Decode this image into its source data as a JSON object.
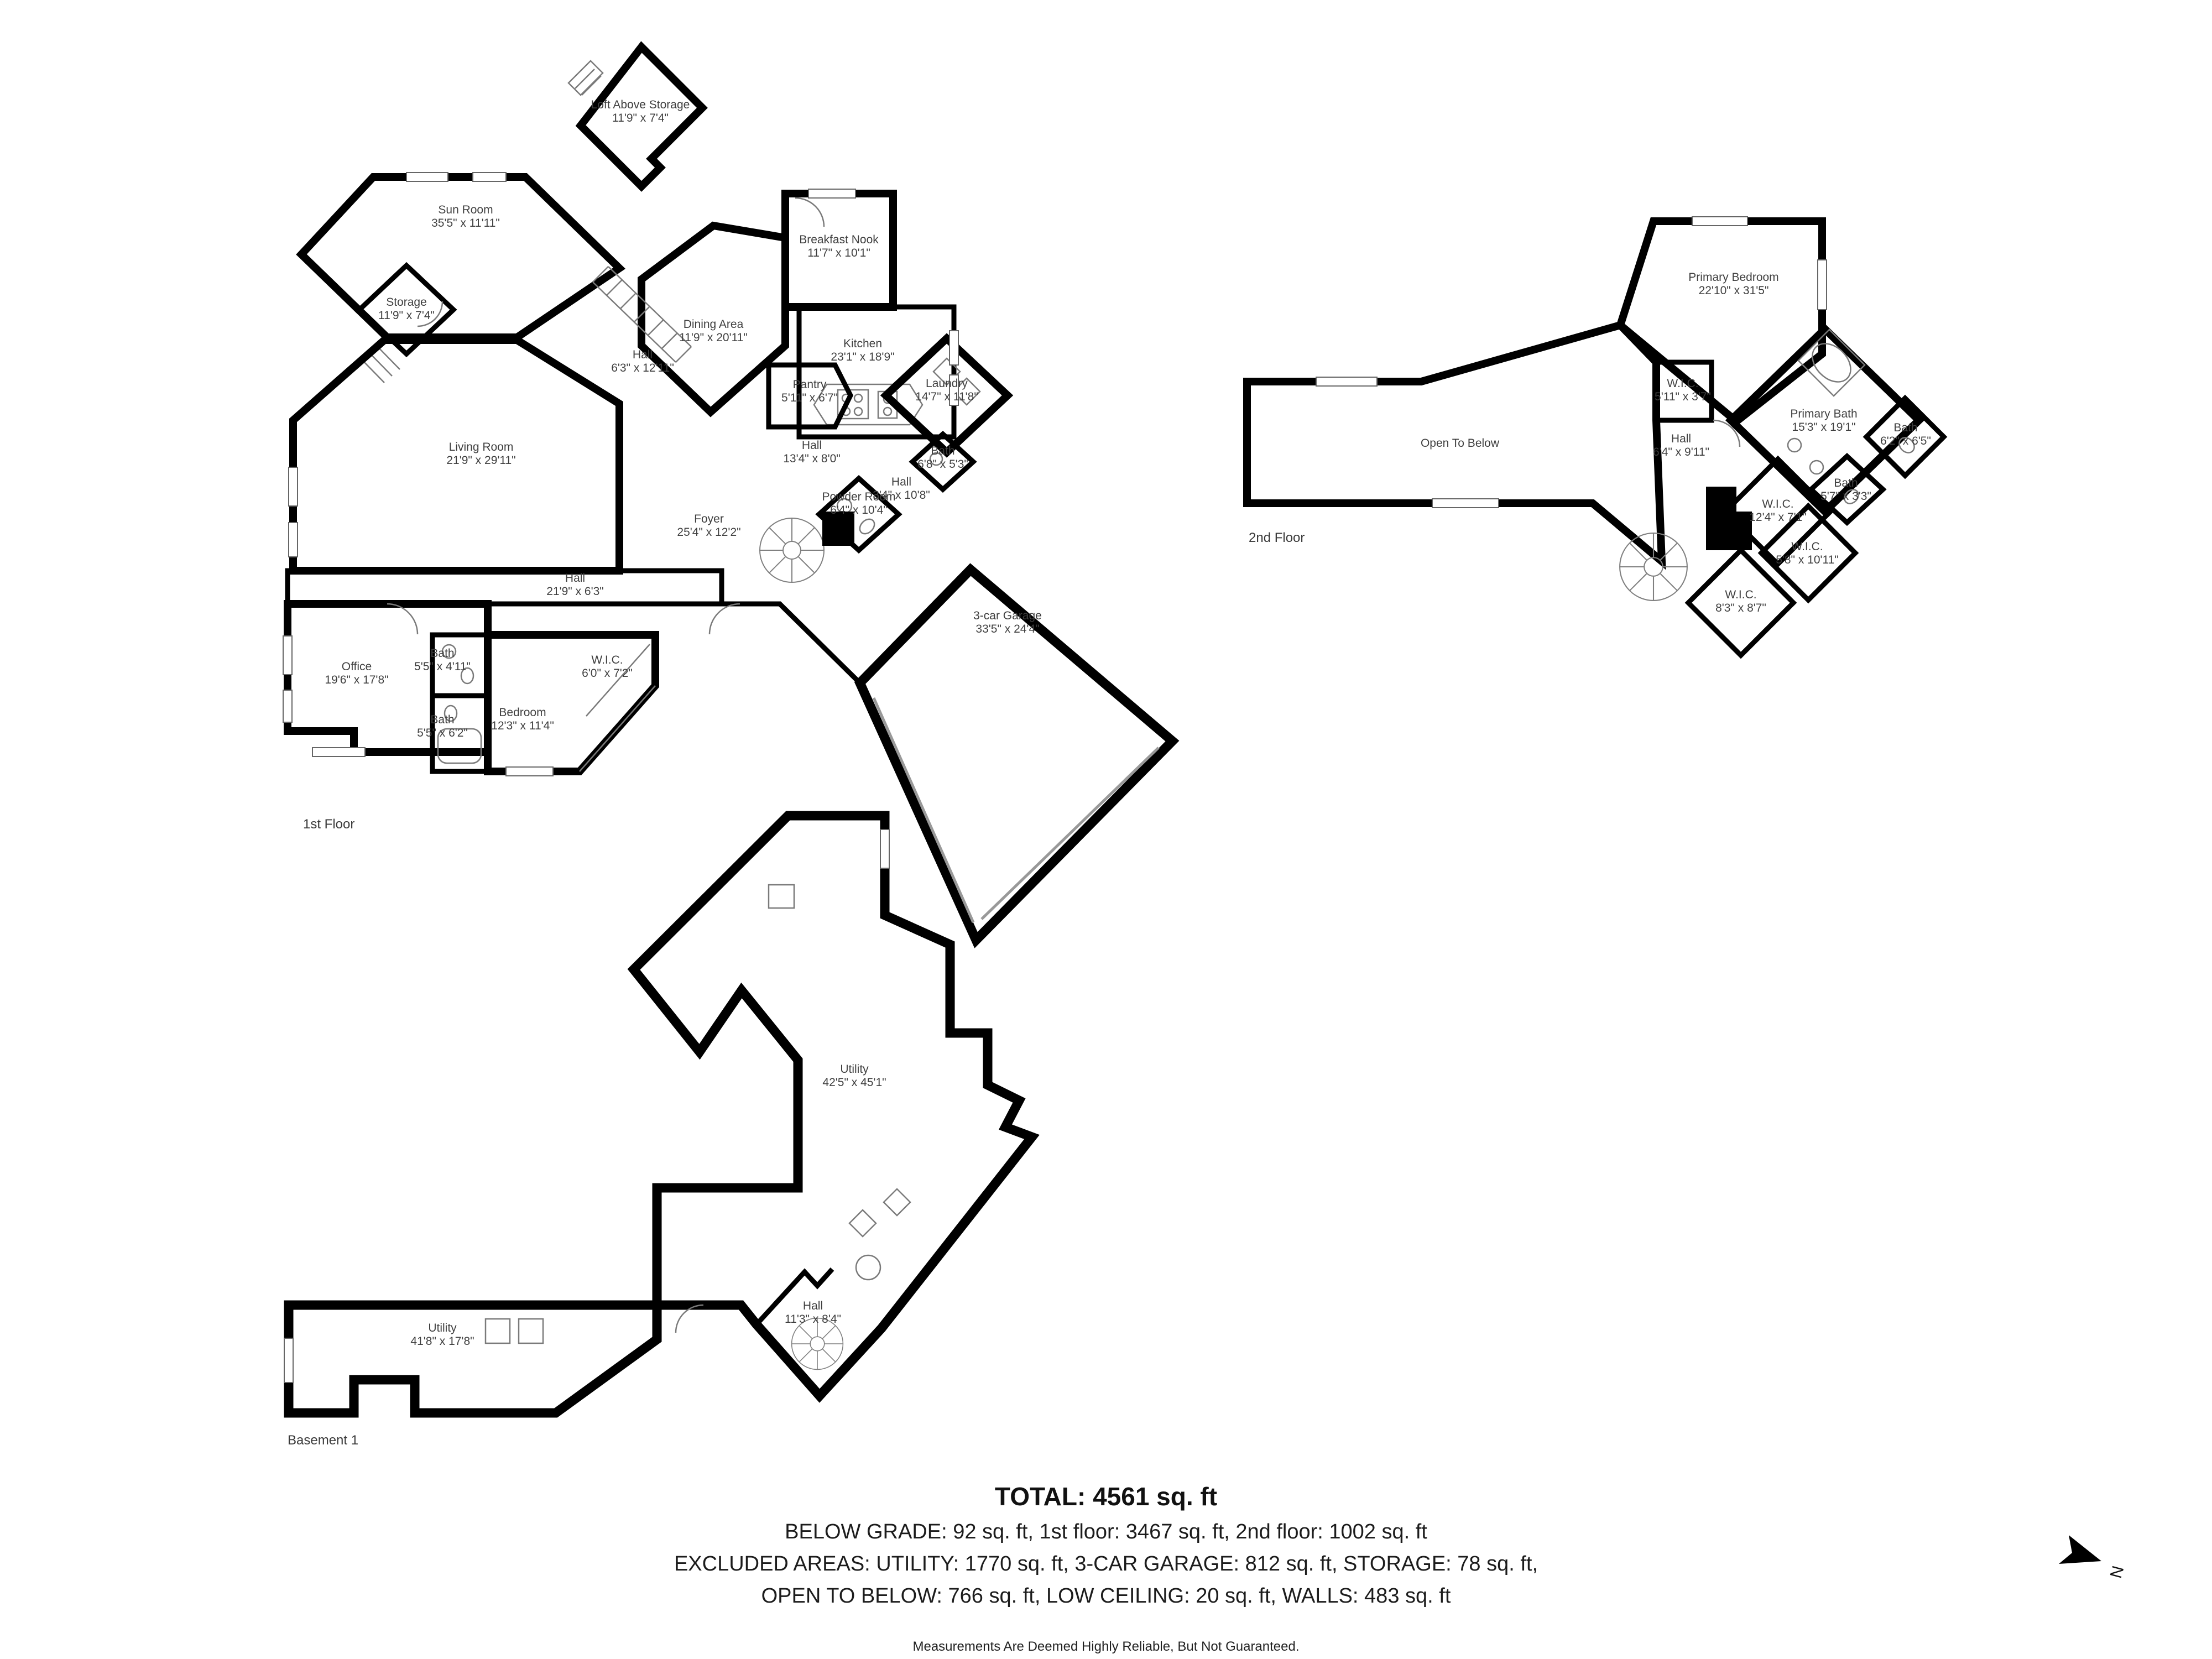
{
  "page": {
    "background": "#ffffff",
    "wall_color": "#000000",
    "label_color": "#3f3f3f"
  },
  "floors": [
    {
      "caption": "1st Floor",
      "rooms": [
        {
          "name": "Loft Above Storage",
          "dims": "11'9\" x 7'4\""
        },
        {
          "name": "Sun Room",
          "dims": "35'5\" x 11'11\""
        },
        {
          "name": "Storage",
          "dims": "11'9\" x 7'4\""
        },
        {
          "name": "Dining Area",
          "dims": "11'9\" x 20'11\""
        },
        {
          "name": "Breakfast Nook",
          "dims": "11'7\" x 10'1\""
        },
        {
          "name": "Kitchen",
          "dims": "23'1\" x 18'9\""
        },
        {
          "name": "Hall",
          "dims": "6'3\" x 12'11\""
        },
        {
          "name": "Pantry",
          "dims": "5'11\" x 6'7\""
        },
        {
          "name": "Laundry",
          "dims": "14'7\" x 11'8\""
        },
        {
          "name": "Living Room",
          "dims": "21'9\" x 29'11\""
        },
        {
          "name": "Hall",
          "dims": "13'4\" x 8'0\""
        },
        {
          "name": "Bath",
          "dims": "6'8\" x 5'3\""
        },
        {
          "name": "Hall",
          "dims": "3'4\" x 10'8\""
        },
        {
          "name": "Foyer",
          "dims": "25'4\" x 12'2\""
        },
        {
          "name": "Powder Room",
          "dims": "6'4\" x 10'4\""
        },
        {
          "name": "Hall",
          "dims": "21'9\" x 6'3\""
        },
        {
          "name": "Office",
          "dims": "19'6\" x 17'8\""
        },
        {
          "name": "Bath",
          "dims": "5'5\" x 4'11\""
        },
        {
          "name": "W.I.C.",
          "dims": "6'0\" x 7'2\""
        },
        {
          "name": "Bedroom",
          "dims": "12'3\" x 11'4\""
        },
        {
          "name": "Bath",
          "dims": "5'5\" x 6'2\""
        },
        {
          "name": "3-car Garage",
          "dims": "33'5\" x 24'4\""
        }
      ]
    },
    {
      "caption": "2nd Floor",
      "rooms": [
        {
          "name": "Primary Bedroom",
          "dims": "22'10\" x 31'5\""
        },
        {
          "name": "W.I.C.",
          "dims": "5'11\" x 3'7\""
        },
        {
          "name": "Primary Bath",
          "dims": "15'3\" x 19'1\""
        },
        {
          "name": "Bath",
          "dims": "6'2\" x 6'5\""
        },
        {
          "name": "Hall",
          "dims": "6'4\" x 9'11\""
        },
        {
          "name": "Open To Below",
          "dims": ""
        },
        {
          "name": "Bath",
          "dims": "5'7\" x 3'3\""
        },
        {
          "name": "W.I.C.",
          "dims": "12'4\" x 7'1\""
        },
        {
          "name": "W.I.C.",
          "dims": "5'8\" x 10'11\""
        },
        {
          "name": "W.I.C.",
          "dims": "8'3\" x 8'7\""
        }
      ]
    },
    {
      "caption": "Basement 1",
      "rooms": [
        {
          "name": "Utility",
          "dims": "42'5\" x 45'1\""
        },
        {
          "name": "Hall",
          "dims": "11'3\" x 8'4\""
        },
        {
          "name": "Utility",
          "dims": "41'8\" x 17'8\""
        }
      ]
    }
  ],
  "summary": {
    "total": "TOTAL: 4561 sq. ft",
    "line2": "BELOW GRADE: 92 sq. ft, 1st floor: 3467 sq. ft, 2nd floor: 1002 sq. ft",
    "line3": "EXCLUDED AREAS: UTILITY: 1770 sq. ft, 3-CAR GARAGE: 812 sq. ft, STORAGE: 78 sq. ft,",
    "line4": "OPEN TO BELOW: 766 sq. ft, LOW CEILING: 20 sq. ft, WALLS: 483 sq. ft"
  },
  "disclaimer": "Measurements Are Deemed Highly Reliable, But Not Guaranteed.",
  "compass": {
    "label": "N"
  }
}
